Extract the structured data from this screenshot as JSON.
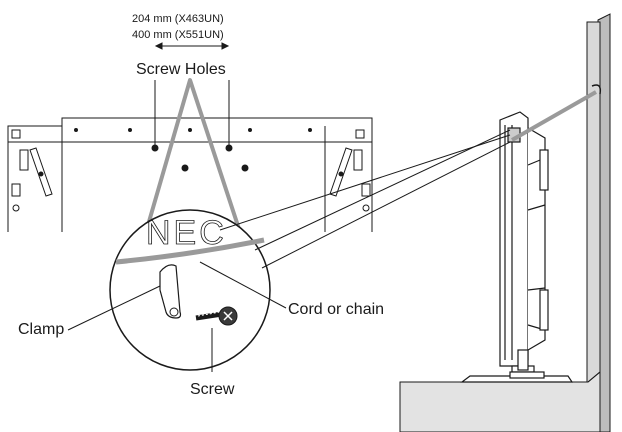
{
  "labels": {
    "screw_hole_spacing_1": "204 mm (X463UN)",
    "screw_hole_spacing_2": "400 mm (X551UN)",
    "screw_holes": "Screw Holes",
    "cord_or_chain": "Cord or chain",
    "clamp": "Clamp",
    "screw": "Screw",
    "brand_mark": "NEC"
  },
  "colors": {
    "line": "#1a1a1a",
    "cord": "#9a9a9a",
    "wall": "#d9d9d9",
    "floor": "#e3e3e3",
    "screw_head": "#3a3a3a"
  }
}
